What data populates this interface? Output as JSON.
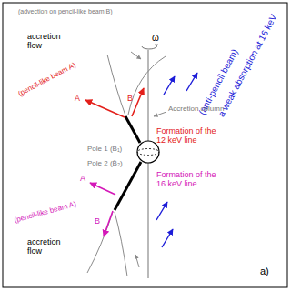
{
  "diagram": {
    "labels": [
      "(advection on pencil-like beam B)",
      "accretion flow",
      "ω",
      "a weak absorption at 16 keV",
      "(anti-pencil beam)",
      "(pencil-like beam A)",
      "A",
      "B",
      "Formation of the 12 keV line",
      "Accretion column",
      "Pole 1 (B̄₁)",
      "Pole 2 (B̄₂)",
      "(pencil-like beam A)",
      "A",
      "B",
      "Formation of the 16 keV line",
      "accretion flow",
      "a)"
    ]
  }
}
